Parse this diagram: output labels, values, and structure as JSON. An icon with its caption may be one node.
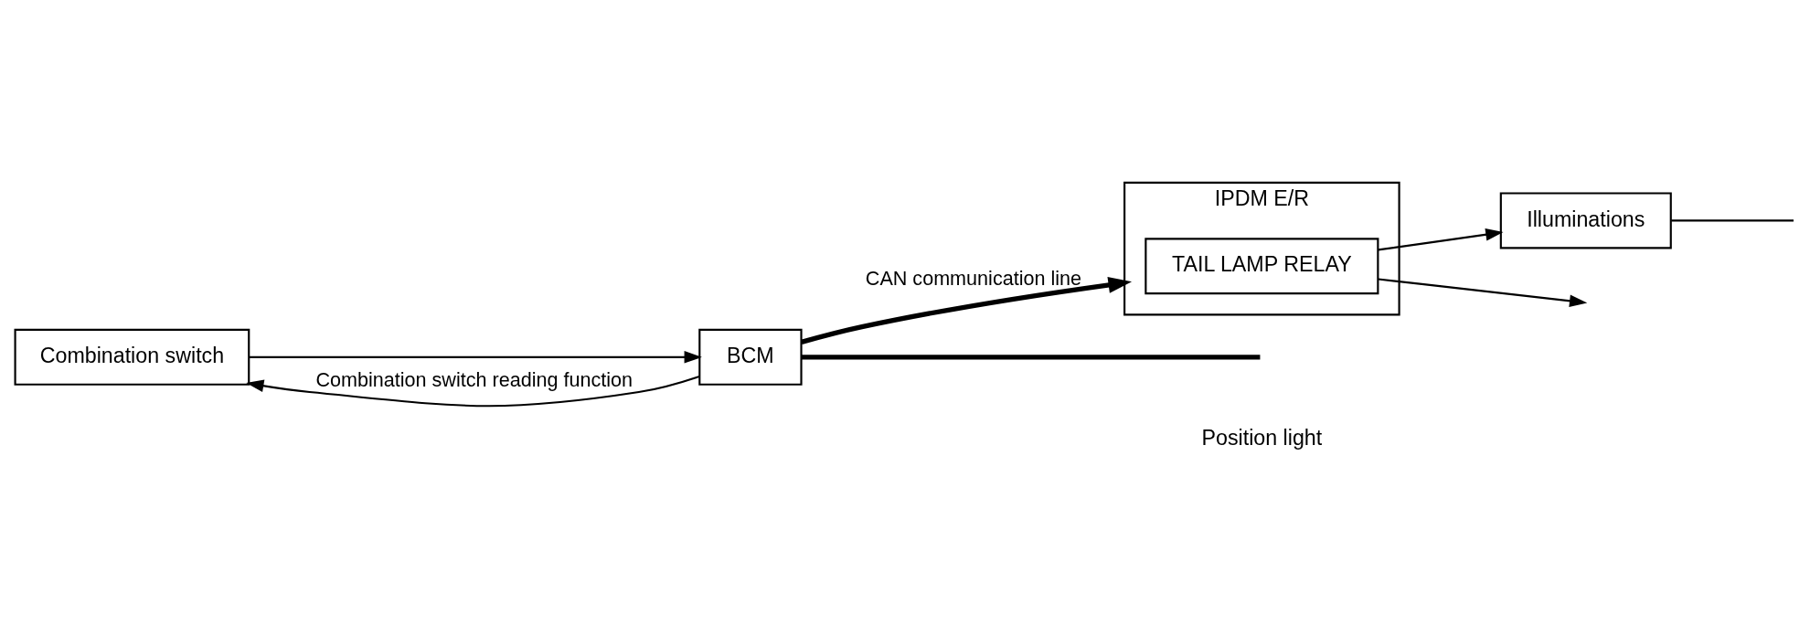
{
  "diagram": {
    "nodes": [
      {
        "text": [
          "Combination switch"
        ]
      },
      {
        "text": [
          "BCM"
        ]
      },
      {
        "text": [
          "IPDM E/R"
        ]
      },
      {
        "text": [
          "TAIL LAMP RELAY"
        ],
        "in": 2
      },
      {
        "text": [
          "Illuminations"
        ]
      }
    ],
    "edges": [
      {
        "from": 1,
        "to": 0,
        "arrow": "to",
        "label": "Combination switch reading function"
      },
      {
        "from": 0,
        "to": 1,
        "arrow": "to"
      },
      {
        "from": 1,
        "to": 2,
        "arrow": "to",
        "label": "CAN communication line",
        "style": "thick"
      },
      {
        "from": 1,
        "to": null,
        "arrow": "none",
        "style": "thick"
      },
      {
        "from": 3,
        "to": 4,
        "arrow": "to"
      },
      {
        "from": 3,
        "to": null,
        "arrow": "to"
      },
      {
        "from": 4,
        "to": null,
        "arrow": "none"
      }
    ],
    "labels": [
      "Position light"
    ]
  }
}
